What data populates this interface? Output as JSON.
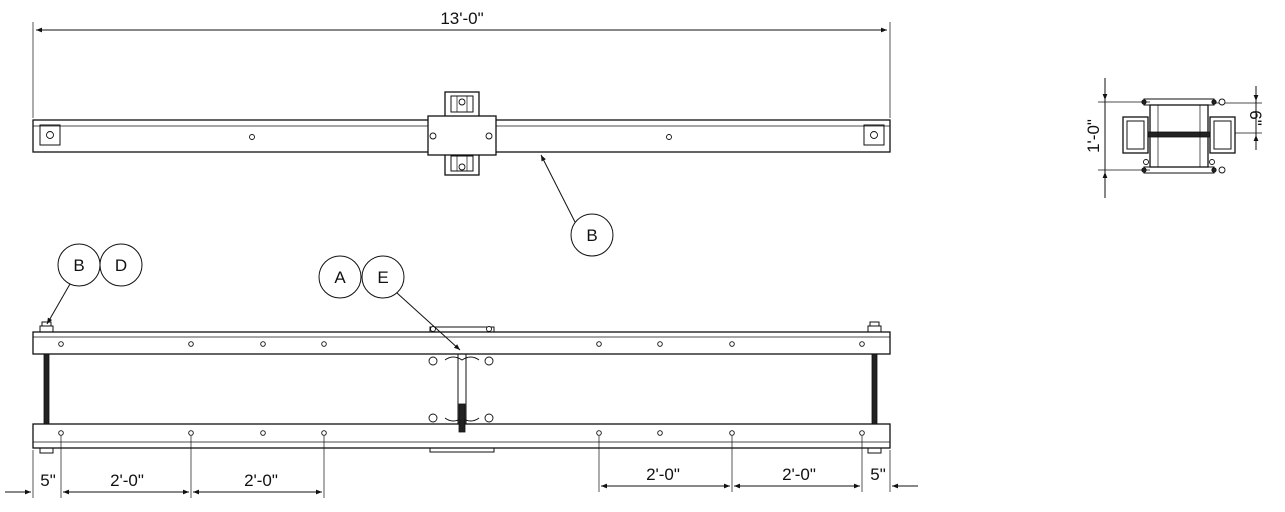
{
  "dimensions": {
    "overall_length": "13'-0\"",
    "end_view_height": "1'-0\"",
    "end_view_width": "6\"",
    "bottom_left_end": "5\"",
    "bottom_left_span_1": "2'-0\"",
    "bottom_left_span_2": "2'-0\"",
    "bottom_right_span_1": "2'-0\"",
    "bottom_right_span_2": "2'-0\"",
    "bottom_right_end": "5\""
  },
  "balloons": {
    "top_view": "B",
    "front_left_1": "B",
    "front_left_2": "D",
    "front_center_1": "A",
    "front_center_2": "E"
  }
}
